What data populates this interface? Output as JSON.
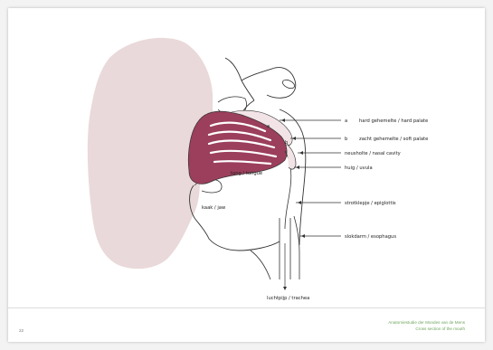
{
  "diagram": {
    "labels": {
      "tongue": "tong / tongue",
      "jaw": "kaak / jaw",
      "trachea": "luchtpijp / trachea"
    },
    "annotations": [
      {
        "letter": "a",
        "text": "hard gehemelte / hard palate"
      },
      {
        "letter": "b",
        "text": "zacht gehemelte / soft palate"
      },
      {
        "letter": "",
        "text": "neusholte / nasal cavity"
      },
      {
        "letter": "",
        "text": "huig / uvula"
      },
      {
        "letter": "",
        "text": "strotklepje / epiglottis"
      },
      {
        "letter": "",
        "text": "slokdarm / esophagus"
      }
    ],
    "region_letters": {
      "a": "a",
      "b": "b"
    },
    "colors": {
      "head": "#ead9da",
      "tongue": "#9b3f5c",
      "outline": "#333333",
      "muscle_stripes": "#ffffff"
    }
  },
  "footer": {
    "line1": "Anatomiestudie der Mondes van de Mens",
    "line2": "Cross section of the mouth",
    "page_number": "22"
  }
}
